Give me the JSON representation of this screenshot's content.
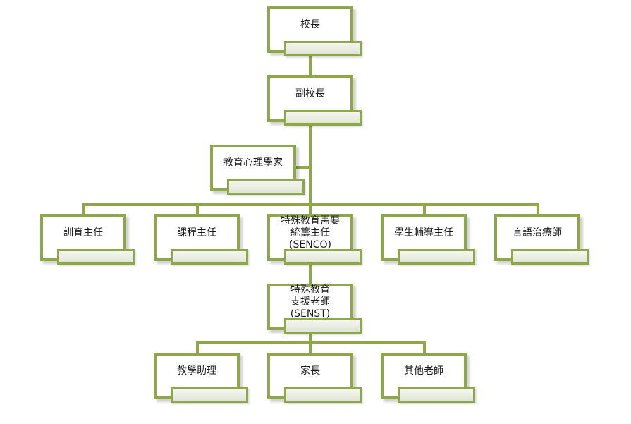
{
  "diagram": {
    "line_color": "#8ea749",
    "box_border_color": "#8ea749",
    "tag_fill_color": "#dfe5d6",
    "nodes": {
      "principal": {
        "label": "校長"
      },
      "vice_principal": {
        "label": "副校長"
      },
      "psychologist": {
        "label": "教育心理學家"
      },
      "discipline": {
        "label": "訓育主任"
      },
      "curriculum": {
        "label": "課程主任"
      },
      "senco": {
        "label": "特殊教育需要\n統籌主任(SENCO)"
      },
      "student_support": {
        "label": "學生輔導主任"
      },
      "speech_therapist": {
        "label": "言語治療師"
      },
      "senst": {
        "label": "特殊教育\n支援老師(SENST)"
      },
      "ta": {
        "label": "教學助理"
      },
      "parents": {
        "label": "家長"
      },
      "other_teachers": {
        "label": "其他老師"
      }
    }
  }
}
